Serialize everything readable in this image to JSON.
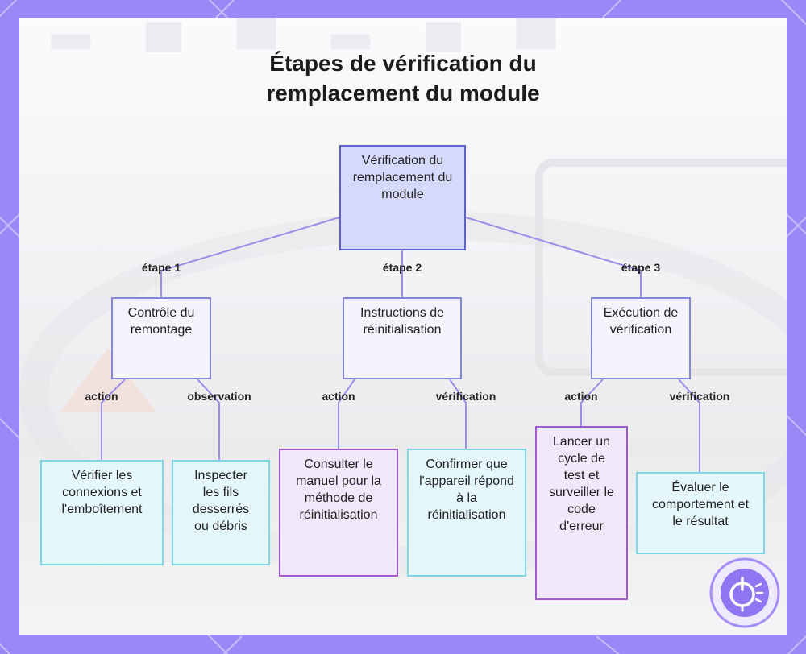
{
  "title": "Étapes de vérification du remplacement du module",
  "nodes": {
    "root": "Vérification du remplacement du module",
    "step1": "Contrôle du remontage",
    "step2": "Instructions de réinitialisation",
    "step3": "Exécution de vérification",
    "leaf1": "Vérifier les connexions et l'emboîtement",
    "leaf2": "Inspecter les fils desserrés ou débris",
    "leaf3": "Consulter le manuel pour la méthode de réinitialisation",
    "leaf4": "Confirmer que l'appareil répond à la réinitialisation",
    "leaf5": "Lancer un cycle de test et surveiller le code d'erreur",
    "leaf6": "Évaluer le comportement et le résultat"
  },
  "edges": {
    "e1": "étape 1",
    "e2": "étape 2",
    "e3": "étape 3",
    "e4": "action",
    "e5": "observation",
    "e6": "action",
    "e7": "vérification",
    "e8": "action",
    "e9": "vérification"
  },
  "colors": {
    "root_fill": "#d5d9fc",
    "step_fill": "#f3f4fd",
    "leaf_cyan_fill": "#e4f7fb",
    "leaf_purple_fill": "#f2e8fb",
    "edge": "#9a8fe6",
    "frame": "#9b87f5"
  },
  "icons": {
    "logo": "power-dial-icon"
  }
}
